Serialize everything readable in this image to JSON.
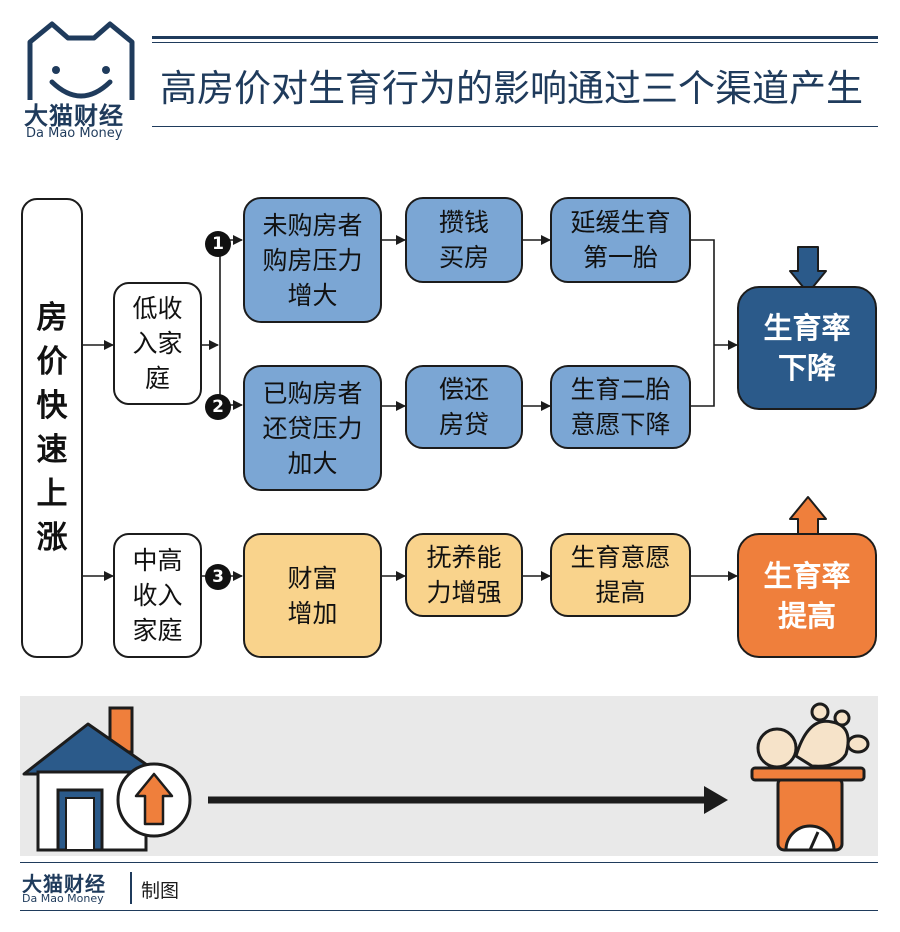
{
  "header": {
    "brand_cn": "大猫财经",
    "brand_en": "Da Mao Money",
    "title": "高房价对生育行为的影响通过三个渠道产生"
  },
  "diagram": {
    "start": "房\n价\n快\n速\n上\n涨",
    "low_income": "低收\n入家\n庭",
    "mid_high_income": "中高\n收入\n家庭",
    "markers": [
      "1",
      "2",
      "3"
    ],
    "path1": [
      "未购房者\n购房压力\n增大",
      "攒钱\n买房",
      "延缓生育\n第一胎"
    ],
    "path2": [
      "已购房者\n还贷压力\n加大",
      "偿还\n房贷",
      "生育二胎\n意愿下降"
    ],
    "path3": [
      "财富\n增加",
      "抚养能\n力增强",
      "生育意愿\n提高"
    ],
    "outcome_down": "生育率\n下降",
    "outcome_up": "生育率\n提高",
    "colors": {
      "blue": "#7ba6d4",
      "yellow": "#f9d38c",
      "navy": "#2b5a8a",
      "orange": "#ef7f3c"
    }
  },
  "footer": {
    "brand_cn": "大猫财经",
    "brand_en": "Da Mao Money",
    "label": "制图"
  }
}
